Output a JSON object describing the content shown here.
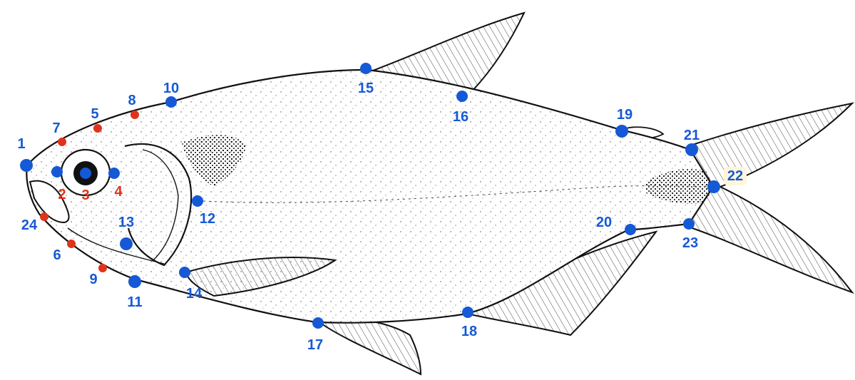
{
  "colors": {
    "primary_landmark": "#1559d6",
    "secondary_landmark": "#e0331b",
    "outline": "#111111",
    "highlight_box": "#fff6da"
  },
  "landmarks": {
    "primary": [
      {
        "id": "1",
        "label": "1"
      },
      {
        "id": "2",
        "label": "2"
      },
      {
        "id": "3",
        "label": "3"
      },
      {
        "id": "4",
        "label": "4"
      },
      {
        "id": "10",
        "label": "10"
      },
      {
        "id": "11",
        "label": "11"
      },
      {
        "id": "12",
        "label": "12"
      },
      {
        "id": "13",
        "label": "13"
      },
      {
        "id": "14",
        "label": "14"
      },
      {
        "id": "15",
        "label": "15"
      },
      {
        "id": "16",
        "label": "16"
      },
      {
        "id": "17",
        "label": "17"
      },
      {
        "id": "18",
        "label": "18"
      },
      {
        "id": "19",
        "label": "19"
      },
      {
        "id": "20",
        "label": "20"
      },
      {
        "id": "21",
        "label": "21"
      },
      {
        "id": "22",
        "label": "22"
      },
      {
        "id": "23",
        "label": "23"
      }
    ],
    "secondary": [
      {
        "id": "5",
        "label": "5"
      },
      {
        "id": "6",
        "label": "6"
      },
      {
        "id": "7",
        "label": "7"
      },
      {
        "id": "8",
        "label": "8"
      },
      {
        "id": "9",
        "label": "9"
      },
      {
        "id": "24",
        "label": "24"
      }
    ]
  }
}
